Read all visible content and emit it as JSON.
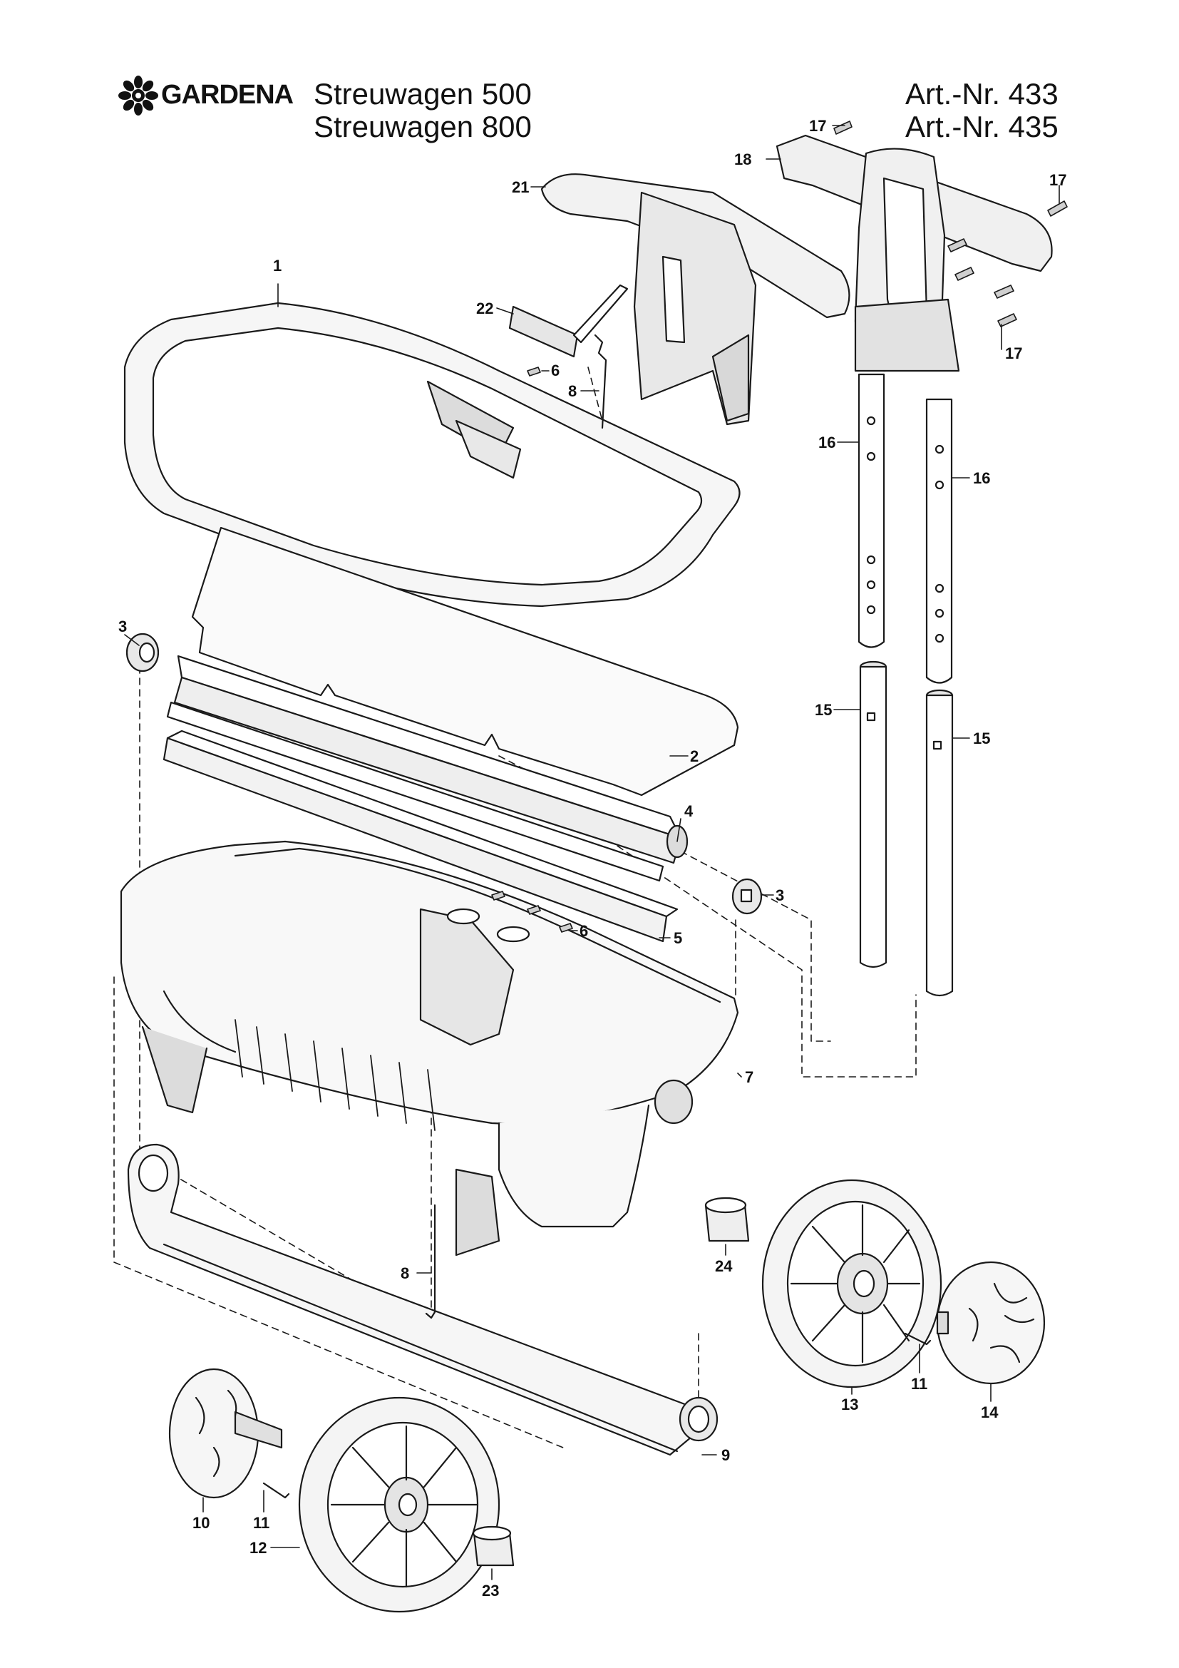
{
  "header": {
    "brand": "GARDENA",
    "model_1": "Streuwagen 500",
    "model_2": "Streuwagen 800",
    "art_1": "Art.-Nr. 433",
    "art_2": "Art.-Nr. 435"
  },
  "icons": {
    "brand_logo": "gardena-flower-logo-icon"
  },
  "colors": {
    "line": "#1a1a1a",
    "fill_light": "#f4f4f4",
    "fill_mid": "#dcdcdc"
  },
  "labels": [
    {
      "id": "17a",
      "text": "17"
    },
    {
      "id": "18",
      "text": "18"
    },
    {
      "id": "21",
      "text": "21"
    },
    {
      "id": "17b",
      "text": "17"
    },
    {
      "id": "1",
      "text": "1"
    },
    {
      "id": "22",
      "text": "22"
    },
    {
      "id": "6a",
      "text": "6"
    },
    {
      "id": "8a",
      "text": "8"
    },
    {
      "id": "17c",
      "text": "17"
    },
    {
      "id": "16a",
      "text": "16"
    },
    {
      "id": "16b",
      "text": "16"
    },
    {
      "id": "3a",
      "text": "3"
    },
    {
      "id": "2",
      "text": "2"
    },
    {
      "id": "15a",
      "text": "15"
    },
    {
      "id": "15b",
      "text": "15"
    },
    {
      "id": "4",
      "text": "4"
    },
    {
      "id": "3b",
      "text": "3"
    },
    {
      "id": "6b",
      "text": "6"
    },
    {
      "id": "5",
      "text": "5"
    },
    {
      "id": "7",
      "text": "7"
    },
    {
      "id": "24",
      "text": "24"
    },
    {
      "id": "8b",
      "text": "8"
    },
    {
      "id": "13",
      "text": "13"
    },
    {
      "id": "11a",
      "text": "11"
    },
    {
      "id": "14",
      "text": "14"
    },
    {
      "id": "9",
      "text": "9"
    },
    {
      "id": "10",
      "text": "10"
    },
    {
      "id": "11b",
      "text": "11"
    },
    {
      "id": "12",
      "text": "12"
    },
    {
      "id": "23",
      "text": "23"
    }
  ]
}
